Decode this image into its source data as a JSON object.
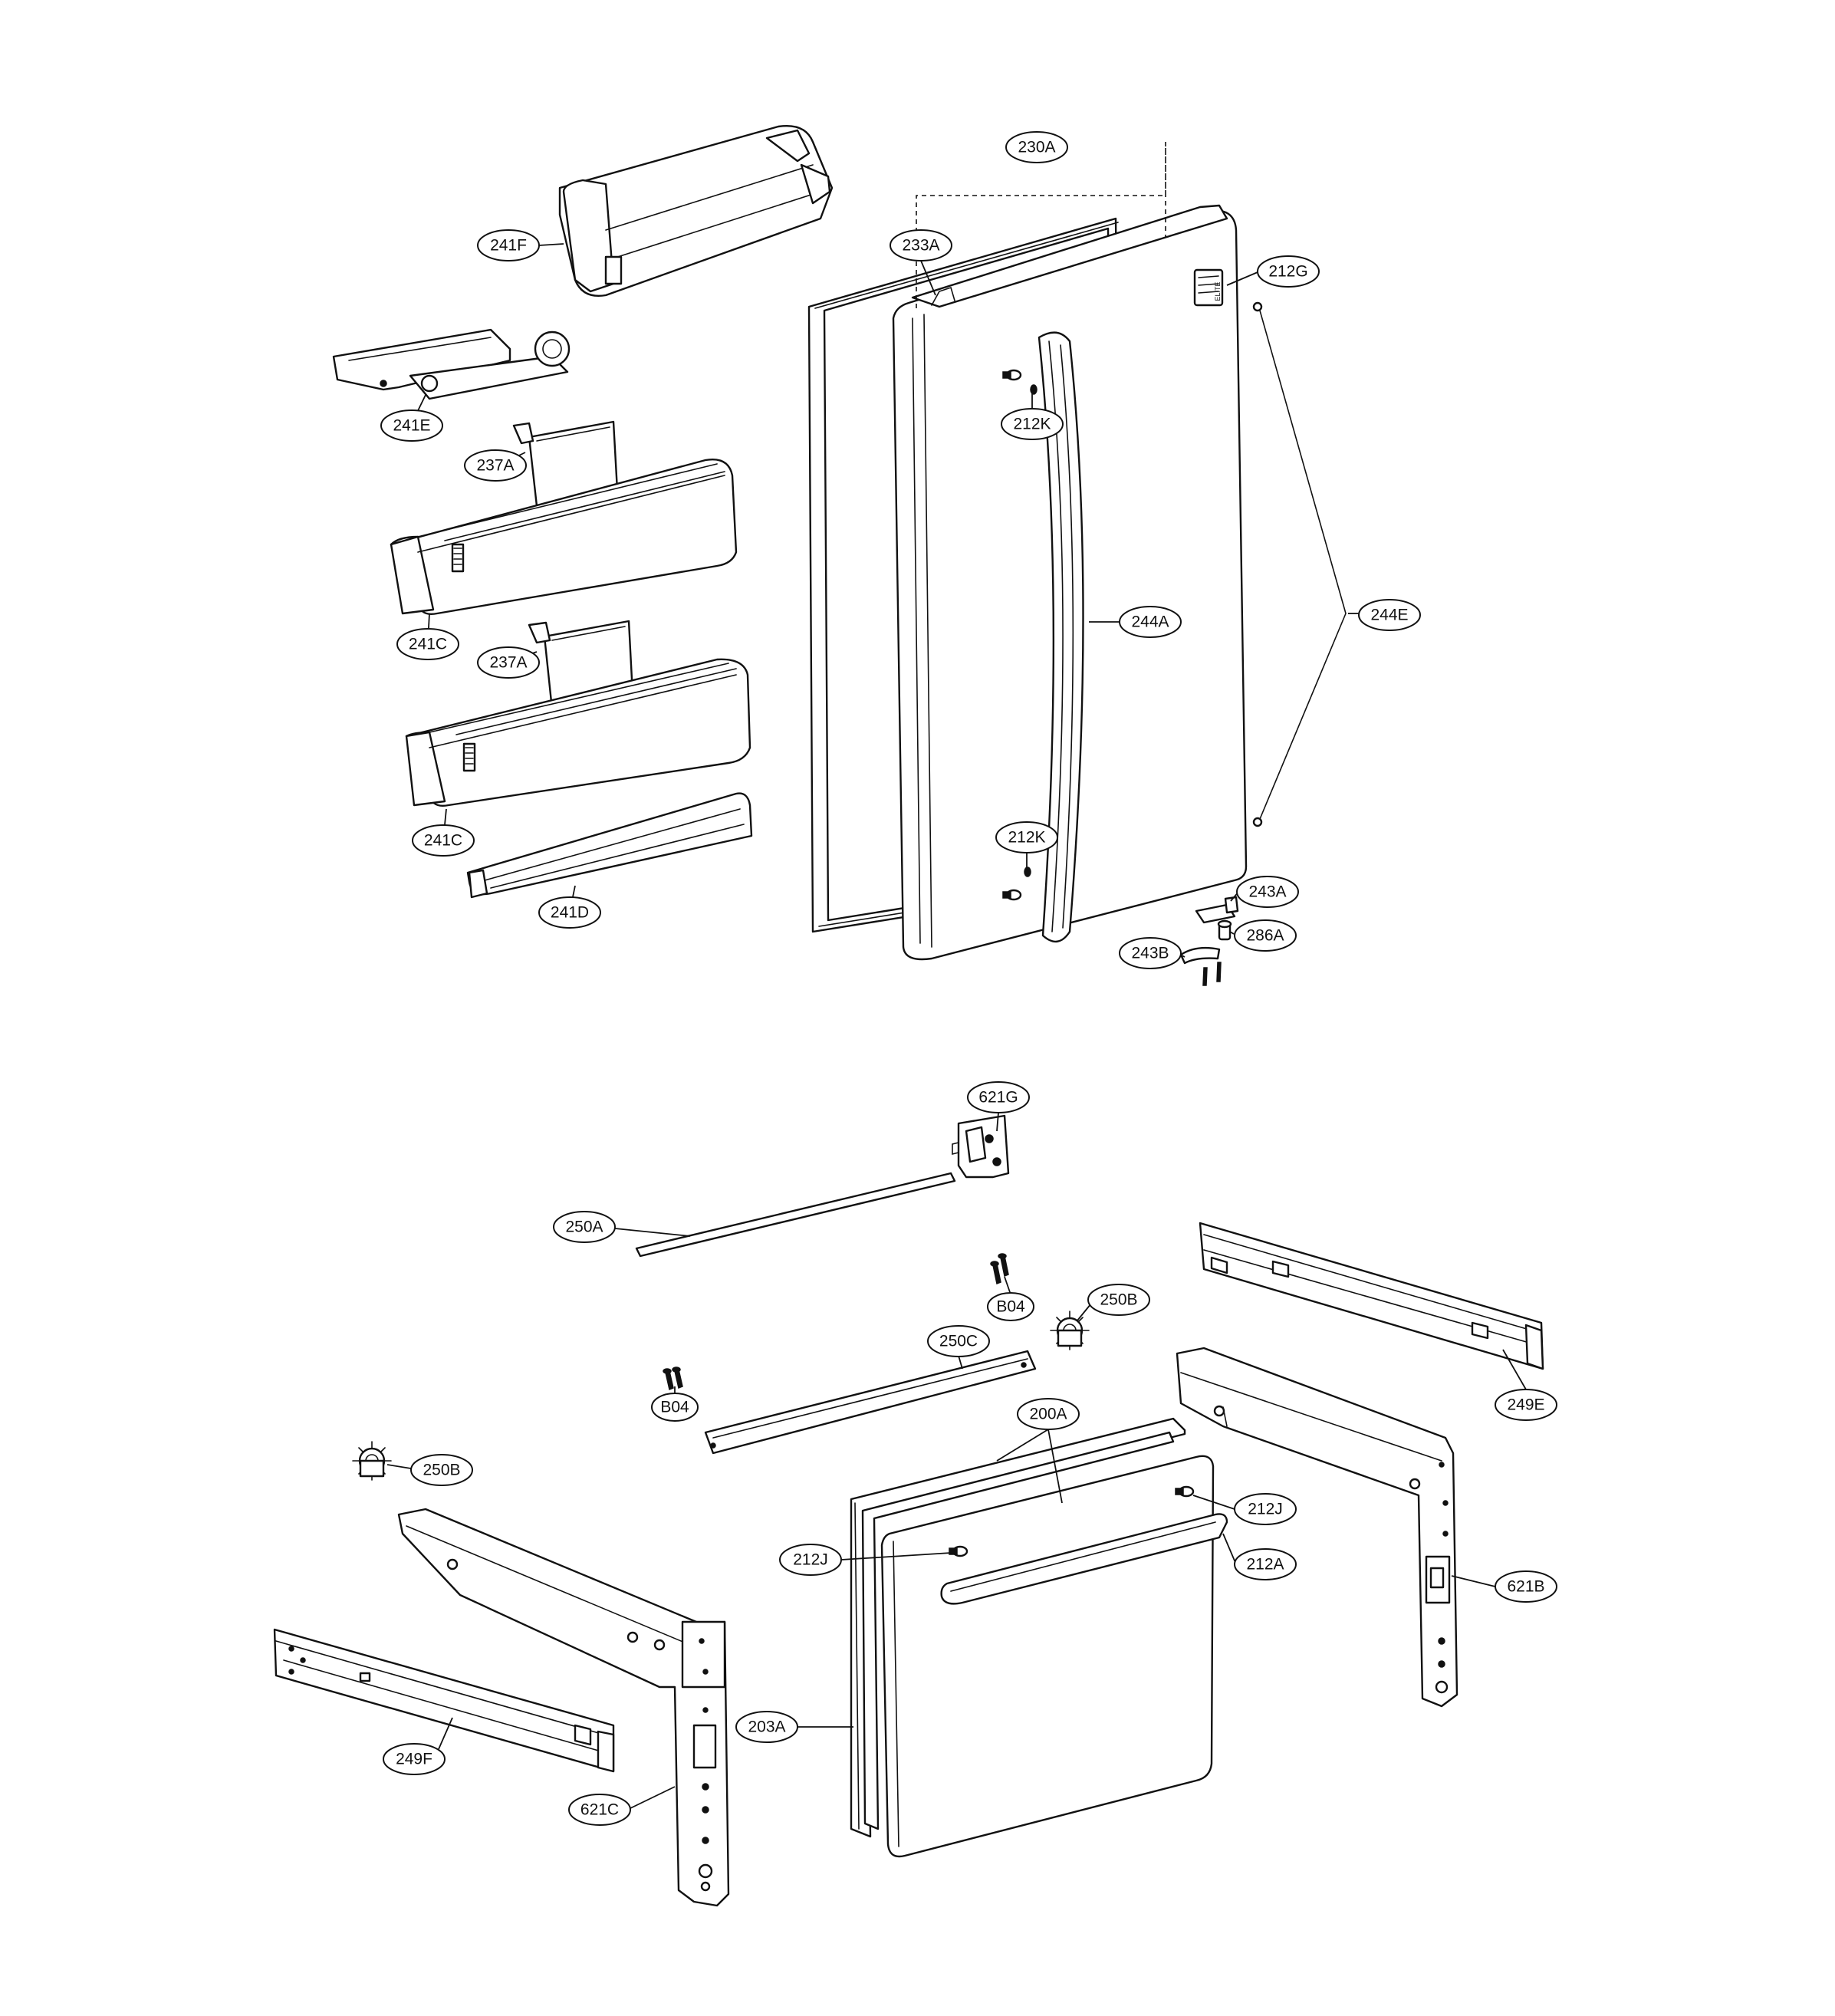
{
  "callouts": [
    {
      "id": "230A",
      "label": "230A"
    },
    {
      "id": "241F",
      "label": "241F"
    },
    {
      "id": "233A",
      "label": "233A"
    },
    {
      "id": "212G",
      "label": "212G"
    },
    {
      "id": "212K-top",
      "label": "212K"
    },
    {
      "id": "241E",
      "label": "241E"
    },
    {
      "id": "237A-top",
      "label": "237A"
    },
    {
      "id": "244A",
      "label": "244A"
    },
    {
      "id": "244E",
      "label": "244E"
    },
    {
      "id": "241C-top",
      "label": "241C"
    },
    {
      "id": "237A-bottom",
      "label": "237A"
    },
    {
      "id": "241C-bottom",
      "label": "241C"
    },
    {
      "id": "212K-bottom",
      "label": "212K"
    },
    {
      "id": "243A",
      "label": "243A"
    },
    {
      "id": "241D",
      "label": "241D"
    },
    {
      "id": "286A",
      "label": "286A"
    },
    {
      "id": "243B",
      "label": "243B"
    },
    {
      "id": "621G",
      "label": "621G"
    },
    {
      "id": "250A",
      "label": "250A"
    },
    {
      "id": "B04-top",
      "label": "B04"
    },
    {
      "id": "250B-top",
      "label": "250B"
    },
    {
      "id": "250C",
      "label": "250C"
    },
    {
      "id": "249E",
      "label": "249E"
    },
    {
      "id": "B04-left",
      "label": "B04"
    },
    {
      "id": "200A",
      "label": "200A"
    },
    {
      "id": "250B-left",
      "label": "250B"
    },
    {
      "id": "212J-right",
      "label": "212J"
    },
    {
      "id": "212J-left",
      "label": "212J"
    },
    {
      "id": "212A",
      "label": "212A"
    },
    {
      "id": "621B",
      "label": "621B"
    },
    {
      "id": "203A",
      "label": "203A"
    },
    {
      "id": "249F",
      "label": "249F"
    },
    {
      "id": "621C",
      "label": "621C"
    }
  ],
  "emblem_text": "ELITE"
}
